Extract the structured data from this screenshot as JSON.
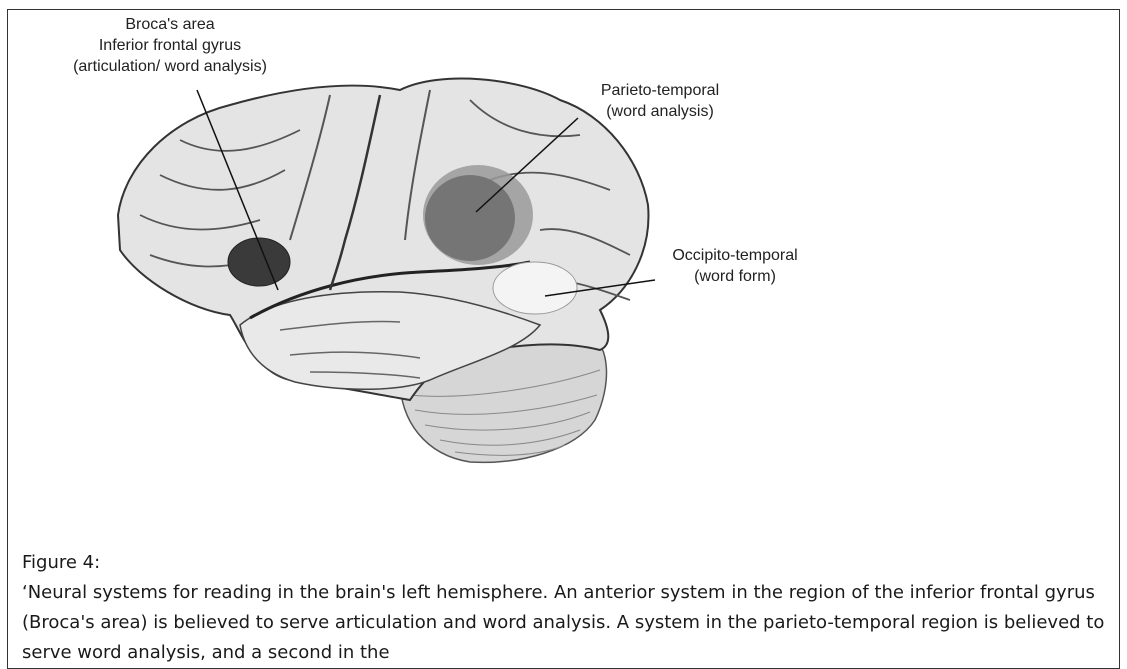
{
  "labels": {
    "broca": [
      "Broca's area",
      "Inferior frontal gyrus",
      "(articulation/ word analysis)"
    ],
    "parieto": [
      "Parieto-temporal",
      "(word analysis)"
    ],
    "occipito": [
      "Occipito-temporal",
      "(word form)"
    ]
  },
  "caption": {
    "title": "Figure 4:",
    "text": "‘Neural systems for reading in the brain's left hemisphere. An anterior system in the region of the inferior frontal gyrus (Broca's area) is believed to serve articulation and word analysis. A system in the parieto-temporal region is believed to serve word analysis, and a second in the"
  }
}
